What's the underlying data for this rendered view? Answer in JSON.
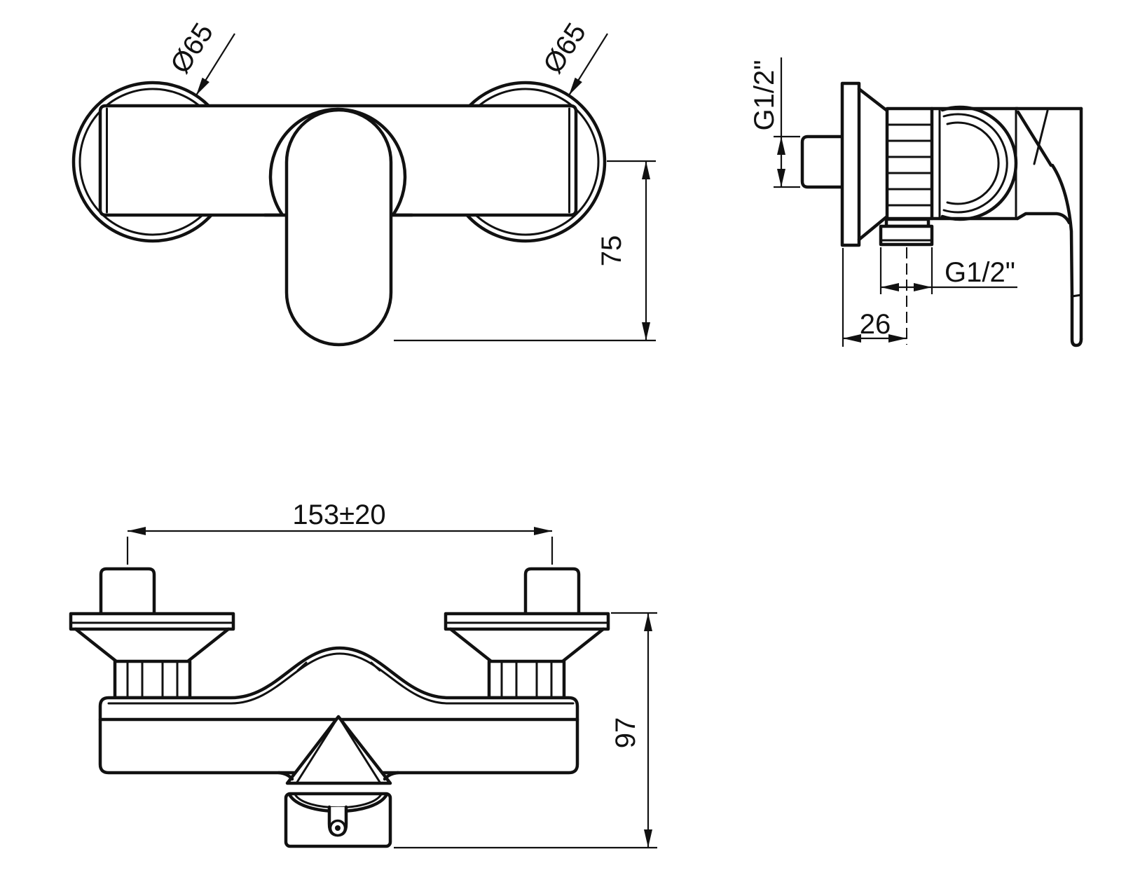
{
  "drawing": {
    "background": "#ffffff",
    "line_color": "#111111",
    "views": {
      "front": {
        "labels": {
          "left_diameter": "Ø65",
          "right_diameter": "Ø65",
          "handle_height": "75"
        }
      },
      "side": {
        "labels": {
          "inlet_thread": "G1/2\"",
          "outlet_thread": "G1/2\"",
          "wall_offset": "26"
        }
      },
      "bottom": {
        "labels": {
          "hole_distance": "153±20",
          "depth": "97"
        }
      }
    }
  }
}
